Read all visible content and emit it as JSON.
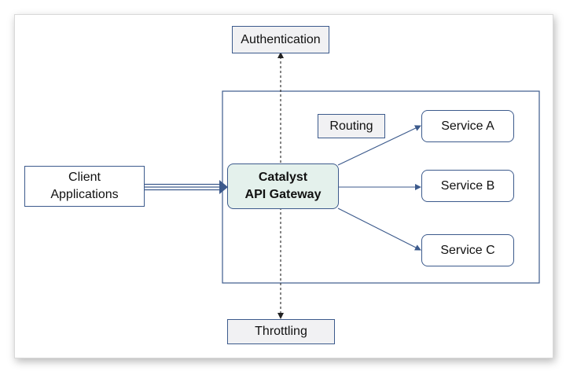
{
  "diagram": {
    "client": {
      "line1": "Client",
      "line2": "Applications"
    },
    "gateway": {
      "line1": "Catalyst",
      "line2": "API Gateway"
    },
    "authentication": "Authentication",
    "throttling": "Throttling",
    "routing": "Routing",
    "services": [
      "Service A",
      "Service B",
      "Service C"
    ]
  },
  "colors": {
    "border": "#3c5a8c",
    "gateway_fill": "#e4f1ec",
    "label_fill": "#f1f1f3"
  }
}
